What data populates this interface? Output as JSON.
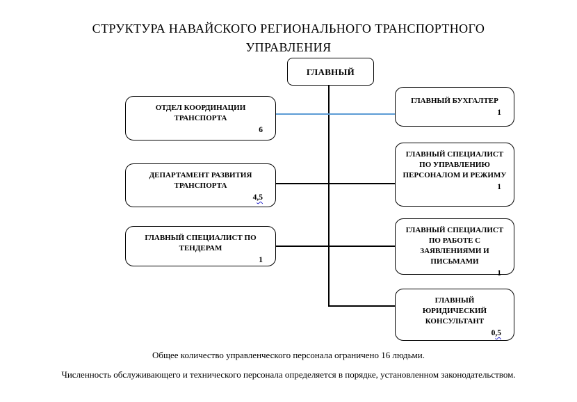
{
  "title": {
    "line1": "СТРУКТУРА НАВАЙСКОГО РЕГИОНАЛЬНОГО ТРАНСПОРТНОГО",
    "line2": "УПРАВЛЕНИЯ"
  },
  "chart": {
    "root": {
      "label": "ГЛАВНЫЙ"
    },
    "left": [
      {
        "label": "ОТДЕЛ КООРДИНАЦИИ ТРАНСПОРТА",
        "count": "6",
        "count_flagged": ""
      },
      {
        "label": "ДЕПАРТАМЕНТ РАЗВИТИЯ ТРАНСПОРТА",
        "count": "4",
        "count_flagged": ",5"
      },
      {
        "label": "ГЛАВНЫЙ СПЕЦИАЛИСТ ПО ТЕНДЕРАМ",
        "count": "1",
        "count_flagged": ""
      }
    ],
    "right": [
      {
        "label": "ГЛАВНЫЙ БУХГАЛТЕР",
        "count": "1",
        "count_flagged": ""
      },
      {
        "label": "ГЛАВНЫЙ СПЕЦИАЛИСТ ПО УПРАВЛЕНИЮ ПЕРСОНАЛОМ И РЕЖИМУ",
        "count": "1",
        "count_flagged": ""
      },
      {
        "label": "ГЛАВНЫЙ СПЕЦИАЛИСТ ПО РАБОТЕ С ЗАЯВЛЕНИЯМИ И ПИСЬМАМИ",
        "count": "1",
        "count_flagged": ""
      },
      {
        "label": "ГЛАВНЫЙ ЮРИДИЧЕСКИЙ КОНСУЛЬТАНТ",
        "count": "0",
        "count_flagged": ",5"
      }
    ]
  },
  "footnotes": {
    "line1": "Общее количество управленческого персонала ограничено 16 людьми.",
    "line2": "Численность обслуживающего и технического персонала определяется в порядке, установленном законодательством."
  },
  "colors": {
    "connector_black": "#000000",
    "connector_blue": "#5B9BD5",
    "spellcheck_squiggle_blue": "#2222CC"
  }
}
